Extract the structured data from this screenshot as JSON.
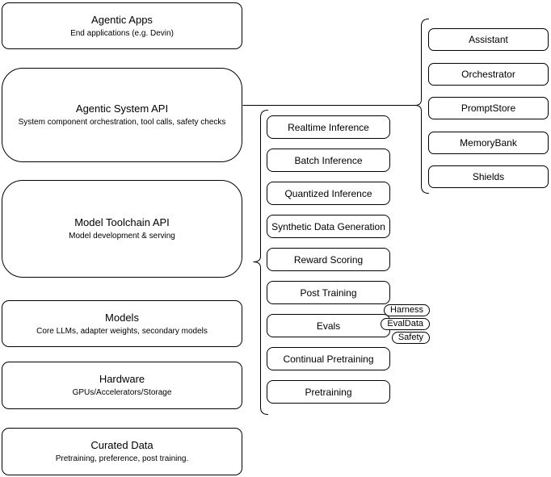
{
  "diagram": {
    "layers": [
      {
        "title": "Agentic Apps",
        "subtitle": "End applications (e.g. Devin)"
      },
      {
        "title": "Agentic System API",
        "subtitle": "System component orchestration, tool calls, safety checks"
      },
      {
        "title": "Model Toolchain API",
        "subtitle": "Model development & serving"
      },
      {
        "title": "Models",
        "subtitle": "Core LLMs, adapter weights, secondary models"
      },
      {
        "title": "Hardware",
        "subtitle": "GPUs/Accelerators/Storage"
      },
      {
        "title": "Curated Data",
        "subtitle": "Pretraining, preference, post training."
      }
    ],
    "toolchain_items": [
      "Realtime Inference",
      "Batch Inference",
      "Quantized Inference",
      "Synthetic Data Generation",
      "Reward Scoring",
      "Post Training",
      "Evals",
      "Continual Pretraining",
      "Pretraining"
    ],
    "evals_tags": [
      "Harness",
      "EvalData",
      "Safety"
    ],
    "system_components": [
      "Assistant",
      "Orchestrator",
      "PromptStore",
      "MemoryBank",
      "Shields"
    ],
    "colors": {
      "stroke": "#000000",
      "fill": "#ffffff",
      "background": "#ffffff",
      "text": "#000000"
    }
  }
}
